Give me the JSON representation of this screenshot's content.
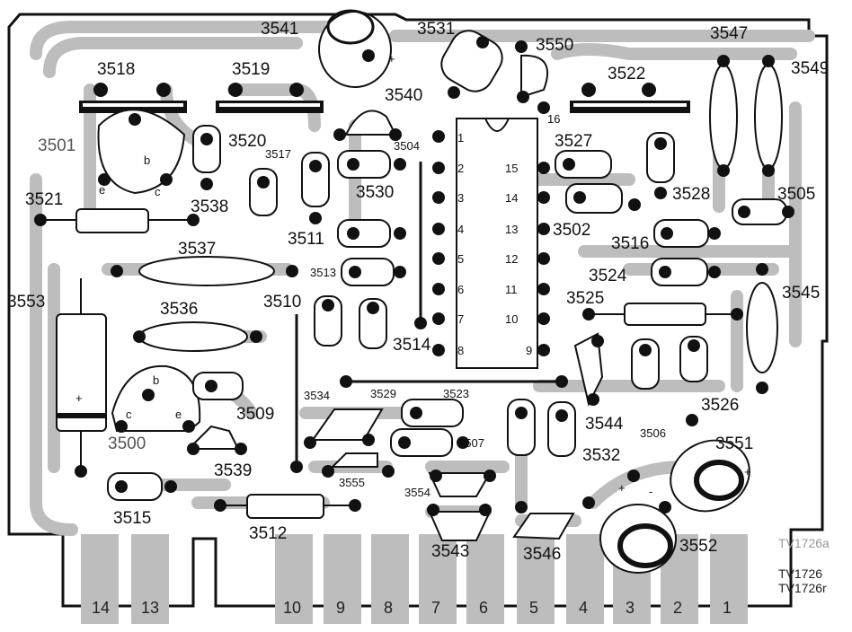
{
  "board": {
    "title_main": "TV1726",
    "title_r": "TV1726r",
    "title_a": "TV1726a"
  },
  "components": {
    "c3500": "3500",
    "c3501": "3501",
    "c3502": "3502",
    "c3504": "3504",
    "c3505": "3505",
    "c3506": "3506",
    "c3507": "3507",
    "c3509": "3509",
    "c3510": "3510",
    "c3511": "3511",
    "c3512": "3512",
    "c3513": "3513",
    "c3514": "3514",
    "c3515": "3515",
    "c3516": "3516",
    "c3517": "3517",
    "c3518": "3518",
    "c3519": "3519",
    "c3520": "3520",
    "c3521": "3521",
    "c3522": "3522",
    "c3523": "3523",
    "c3524": "3524",
    "c3525": "3525",
    "c3526": "3526",
    "c3527": "3527",
    "c3528": "3528",
    "c3529": "3529",
    "c3530": "3530",
    "c3531": "3531",
    "c3532": "3532",
    "c3534": "3534",
    "c3536": "3536",
    "c3537": "3537",
    "c3538": "3538",
    "c3539": "3539",
    "c3540": "3540",
    "c3541": "3541",
    "c3543": "3543",
    "c3544": "3544",
    "c3545": "3545",
    "c3546": "3546",
    "c3547": "3547",
    "c3549": "3549",
    "c3550": "3550",
    "c3551": "3551",
    "c3552": "3552",
    "c3553": "3553",
    "c3554": "3554",
    "c3555": "3555"
  },
  "transistor_pins": {
    "b": "b",
    "c": "c",
    "e": "e"
  },
  "ic_pins_left": [
    "1",
    "2",
    "3",
    "4",
    "5",
    "6",
    "7",
    "8"
  ],
  "ic_pins_right": [
    "16",
    "15",
    "14",
    "13",
    "12",
    "11",
    "10",
    "9"
  ],
  "edge_fingers": [
    "14",
    "13",
    "10",
    "9",
    "8",
    "7",
    "6",
    "5",
    "4",
    "3",
    "2",
    "1"
  ],
  "polarity": {
    "plus": "+",
    "minus": "-"
  }
}
